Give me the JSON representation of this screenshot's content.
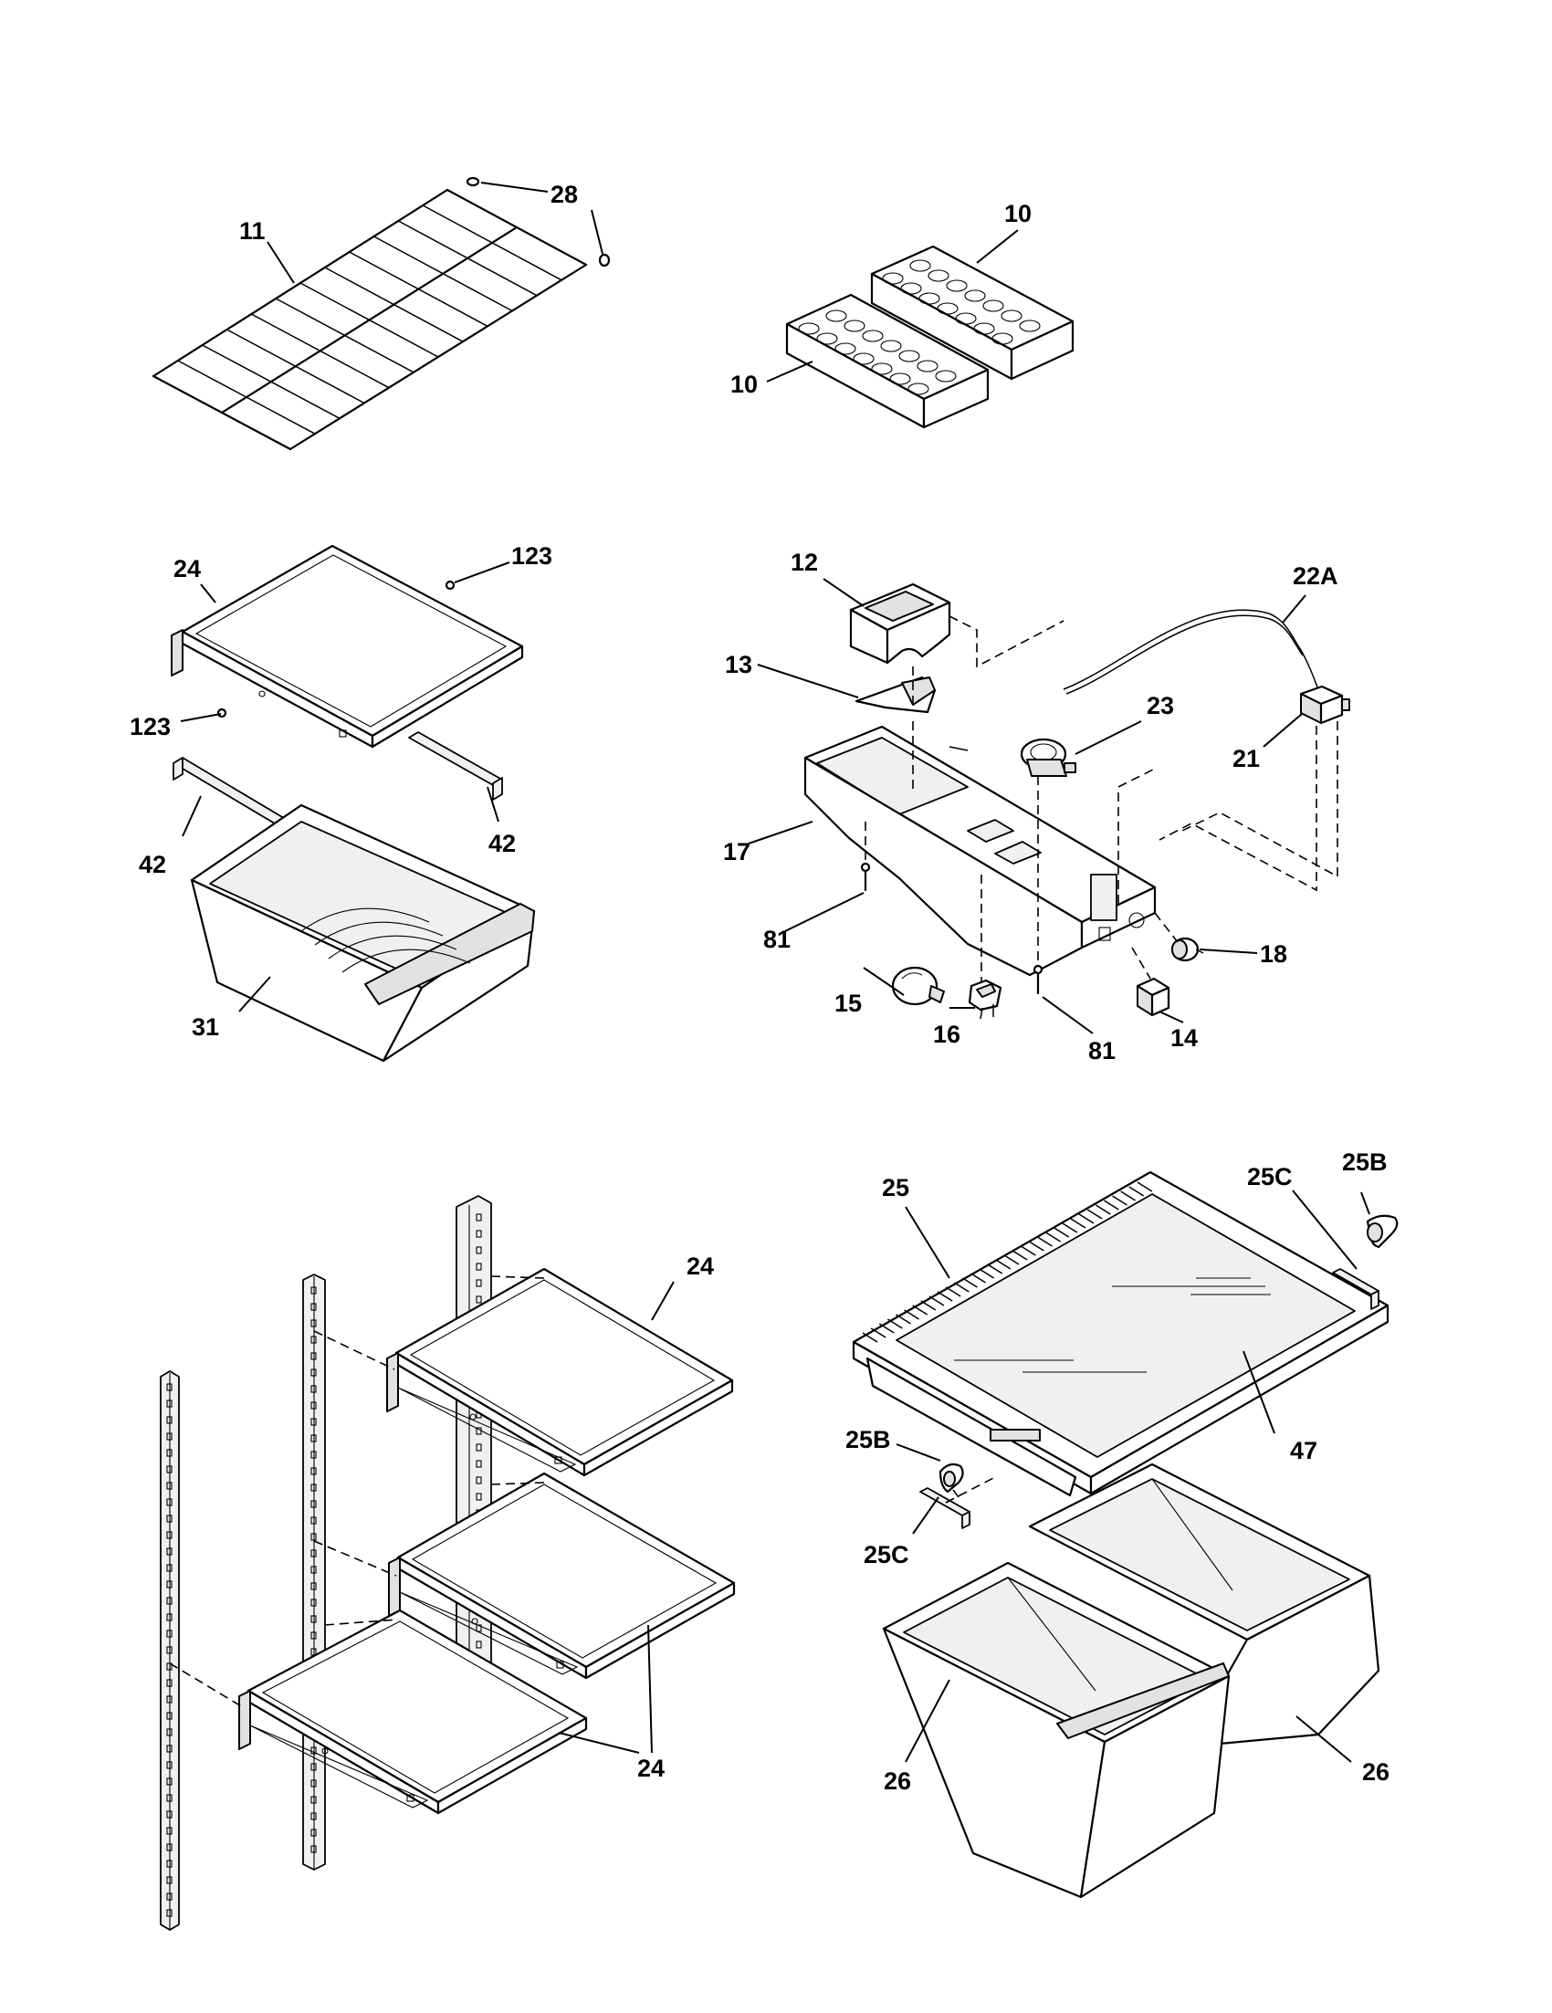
{
  "callouts": {
    "c11": "11",
    "c28": "28",
    "c10a": "10",
    "c10b": "10",
    "c24a": "24",
    "c123a": "123",
    "c123b": "123",
    "c42a": "42",
    "c42b": "42",
    "c31": "31",
    "c12": "12",
    "c13": "13",
    "c22A": "22A",
    "c23": "23",
    "c21": "21",
    "c17": "17",
    "c81a": "81",
    "c81b": "81",
    "c18": "18",
    "c15": "15",
    "c16": "16",
    "c14": "14",
    "c24b": "24",
    "c24c": "24",
    "c25": "25",
    "c25Ca": "25C",
    "c25Ba": "25B",
    "c47": "47",
    "c25Bb": "25B",
    "c25Cb": "25C",
    "c26a": "26",
    "c26b": "26"
  }
}
